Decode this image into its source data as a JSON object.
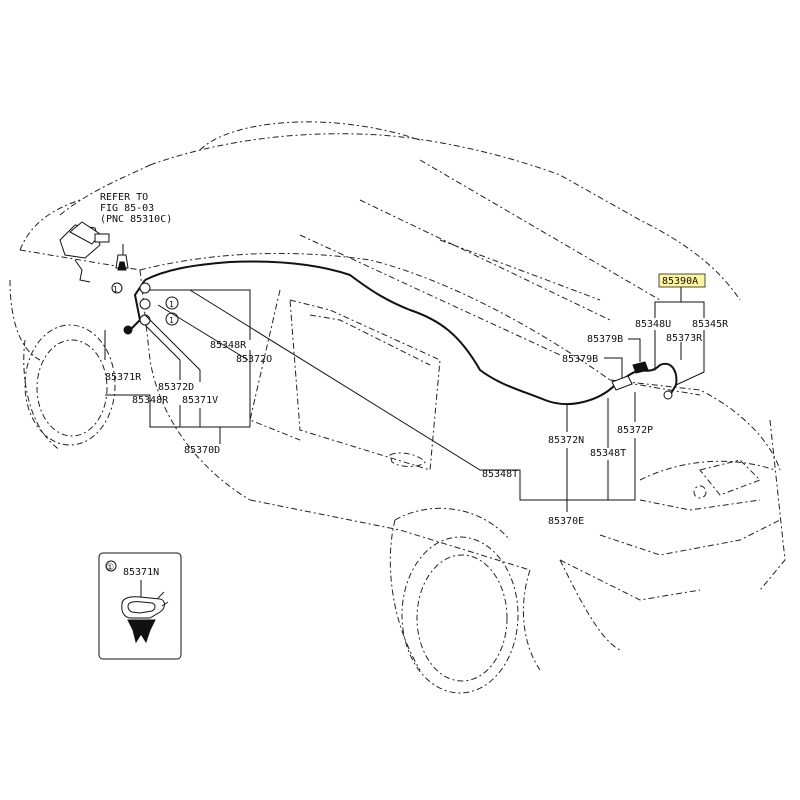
{
  "reference": {
    "line1": "REFER TO",
    "line2": "FIG 85-03",
    "line3": "(PNC 85310C)"
  },
  "callout_marker": "①",
  "labels": {
    "p85390A": "85390A",
    "p85348U": "85348U",
    "p85345R": "85345R",
    "p85373R": "85373R",
    "p85379B_a": "85379B",
    "p85379B_b": "85379B",
    "p85348R_top": "85348R",
    "p85372O_top": "85372O",
    "p85371R": "85371R",
    "p85372D": "85372D",
    "p85348R_bottom": "85348R",
    "p85371V": "85371V",
    "p85370D": "85370D",
    "p85372N": "85372N",
    "p85372P": "85372P",
    "p85348T_mid": "85348T",
    "p85348T_left": "85348T",
    "p85370E": "85370E"
  },
  "inset": {
    "part": "85371N"
  },
  "colors": {
    "highlight": "#fff59a"
  }
}
